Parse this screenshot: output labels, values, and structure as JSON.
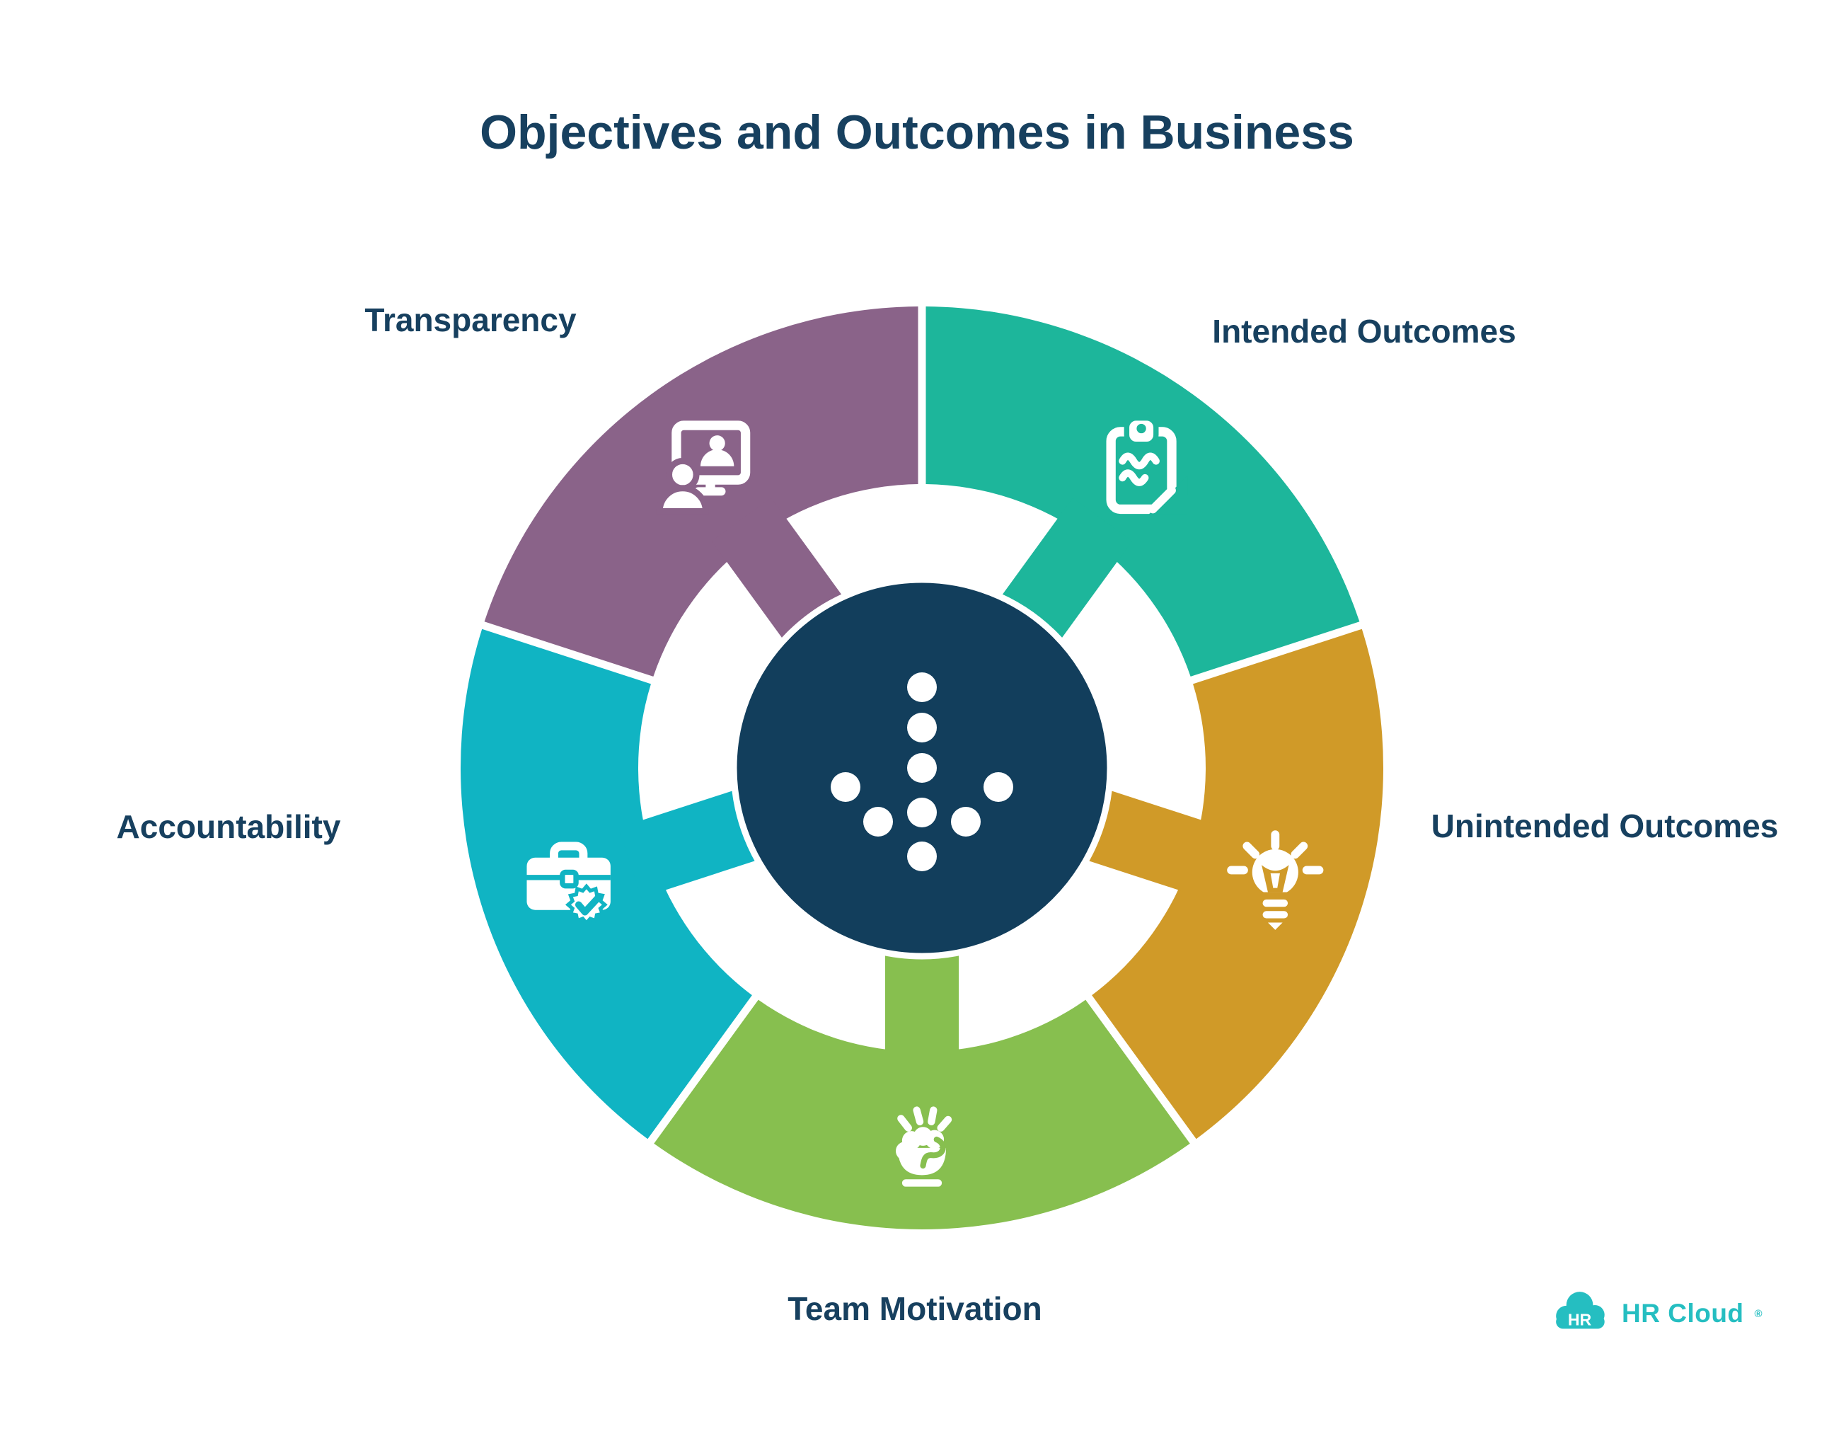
{
  "title": "Objectives and Outcomes in Business",
  "diagram": {
    "center_icon": "dotted-arrow-down-icon",
    "center_color": "#123E5C",
    "segments": [
      {
        "label": "Transparency",
        "color": "#8A6389",
        "icon": "video-call-icon",
        "mid_angle": 126
      },
      {
        "label": "Intended Outcomes",
        "color": "#1DB69B",
        "icon": "clipboard-notes-icon",
        "mid_angle": 54
      },
      {
        "label": "Unintended Outcomes",
        "color": "#D09A28",
        "icon": "lightbulb-icon",
        "mid_angle": -18
      },
      {
        "label": "Team Motivation",
        "color": "#87BF4F",
        "icon": "fist-motivation-icon",
        "mid_angle": -90
      },
      {
        "label": "Accountability",
        "color": "#10B4C3",
        "icon": "briefcase-check-icon",
        "mid_angle": 198
      }
    ]
  },
  "logo": {
    "badge_text": "HR",
    "brand": "HR Cloud",
    "reg": "®",
    "color": "#25BEC1"
  }
}
